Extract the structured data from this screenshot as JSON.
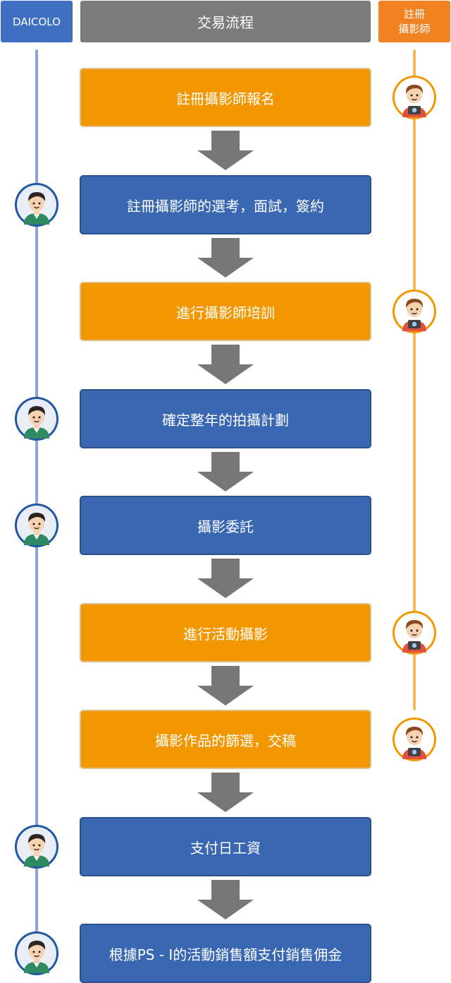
{
  "headers": {
    "left": "DAICOLO",
    "center": "交易流程",
    "right_line1": "註冊",
    "right_line2": "攝影師"
  },
  "steps": [
    {
      "label": "註冊攝影師報名",
      "color": "orange",
      "actor": "photographer"
    },
    {
      "label": "註冊攝影師的選考，面試，簽約",
      "color": "blue",
      "actor": "daicolo"
    },
    {
      "label": "進行攝影師培訓",
      "color": "orange",
      "actor": "photographer"
    },
    {
      "label": "確定整年的拍攝計劃",
      "color": "blue",
      "actor": "daicolo"
    },
    {
      "label": "攝影委託",
      "color": "blue",
      "actor": "daicolo"
    },
    {
      "label": "進行活動攝影",
      "color": "orange",
      "actor": "photographer"
    },
    {
      "label": "攝影作品的篩選，交稿",
      "color": "orange",
      "actor": "photographer"
    },
    {
      "label": "支付日工資",
      "color": "blue",
      "actor": "daicolo"
    },
    {
      "label": "根據PS - I的活動銷售額支付銷售佣金",
      "color": "blue",
      "actor": "daicolo"
    }
  ],
  "colors": {
    "orange": "#f39700",
    "blue": "#3a67b1",
    "gray_header": "#7b7b7b",
    "arrow": "#777777"
  },
  "icons": {
    "daicolo": "staff-avatar-icon",
    "photographer": "photographer-avatar-icon",
    "arrow": "down-arrow-icon"
  }
}
